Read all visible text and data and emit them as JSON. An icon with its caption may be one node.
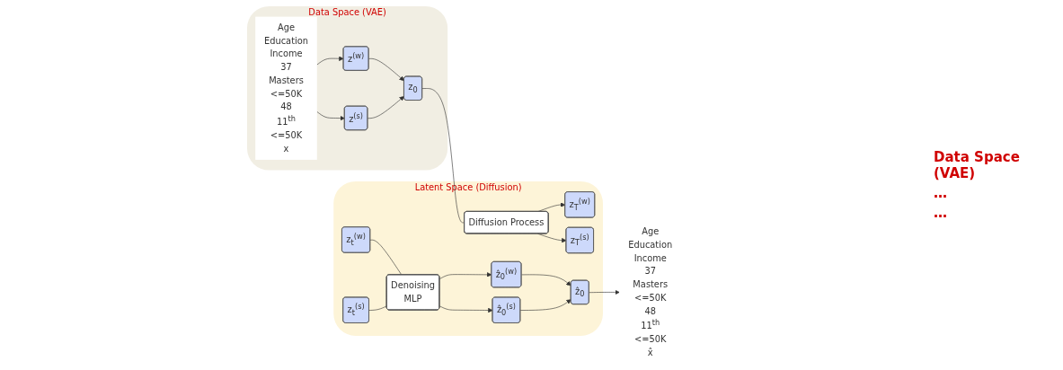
{
  "diagram": {
    "nodes": [
      {
        "text": [
          "Data Space (VAE)"
        ]
      },
      {
        "text": [
          "Age",
          "Education",
          "Income",
          "37",
          "Masters",
          "<=50K",
          "48",
          "11$^{th}$",
          "<=50K",
          "x"
        ],
        "in": 0
      },
      {
        "text": [
          "z$^{(w)}$"
        ],
        "in": 0
      },
      {
        "text": [
          "z$^{(s)}$"
        ],
        "in": 0
      },
      {
        "text": [
          "z$_{0}$"
        ],
        "in": 0
      },
      {
        "text": [
          "Latent Space (Diffusion)"
        ]
      },
      {
        "text": [
          "Diffusion Process"
        ],
        "in": 5
      },
      {
        "text": [
          "z$_{T}$$^{(w)}$"
        ],
        "in": 5
      },
      {
        "text": [
          "z$_{t}$$^{(w)}$"
        ],
        "in": 5
      },
      {
        "text": [
          "z$_{T}$$^{(s)}$"
        ],
        "in": 5
      },
      {
        "text": [
          "z$_{t}$$^{(s)}$"
        ],
        "in": 5
      },
      {
        "text": [
          "Denoising",
          "MLP"
        ],
        "in": 5
      },
      {
        "text": [
          "ẑ$_{0}$$^{(w)}$"
        ],
        "in": 5
      },
      {
        "text": [
          "ẑ$_{0}$$^{(s)}$"
        ],
        "in": 5
      },
      {
        "text": [
          "ẑ$_{0}$"
        ],
        "in": 5
      },
      {
        "text": [
          "Age",
          "Education",
          "Income",
          "37",
          "Masters",
          "<=50K",
          "48",
          "11$^{th}$",
          "<=50K",
          "x̂"
        ]
      }
    ],
    "edges": [
      {
        "from": 1,
        "to": 2,
        "arrow": "to"
      },
      {
        "from": 1,
        "to": 3,
        "arrow": "to"
      },
      {
        "from": 2,
        "to": 4,
        "arrow": "to"
      },
      {
        "from": 3,
        "to": 4,
        "arrow": "to"
      },
      {
        "from": 4,
        "to": 6,
        "arrow": "none"
      },
      {
        "from": 6,
        "to": 7,
        "arrow": "to"
      },
      {
        "from": 6,
        "to": 9,
        "arrow": "to"
      },
      {
        "from": 8,
        "to": 11,
        "arrow": "none"
      },
      {
        "from": 10,
        "to": 11,
        "arrow": "none"
      },
      {
        "from": 11,
        "to": 12,
        "arrow": "to"
      },
      {
        "from": 11,
        "to": 13,
        "arrow": "to"
      },
      {
        "from": 12,
        "to": 14,
        "arrow": "to"
      },
      {
        "from": 13,
        "to": 14,
        "arrow": "to"
      },
      {
        "from": 14,
        "to": 15,
        "arrow": "to"
      }
    ],
    "labels": [
      "Data Space (VAE)",
      "…",
      "…"
    ]
  }
}
